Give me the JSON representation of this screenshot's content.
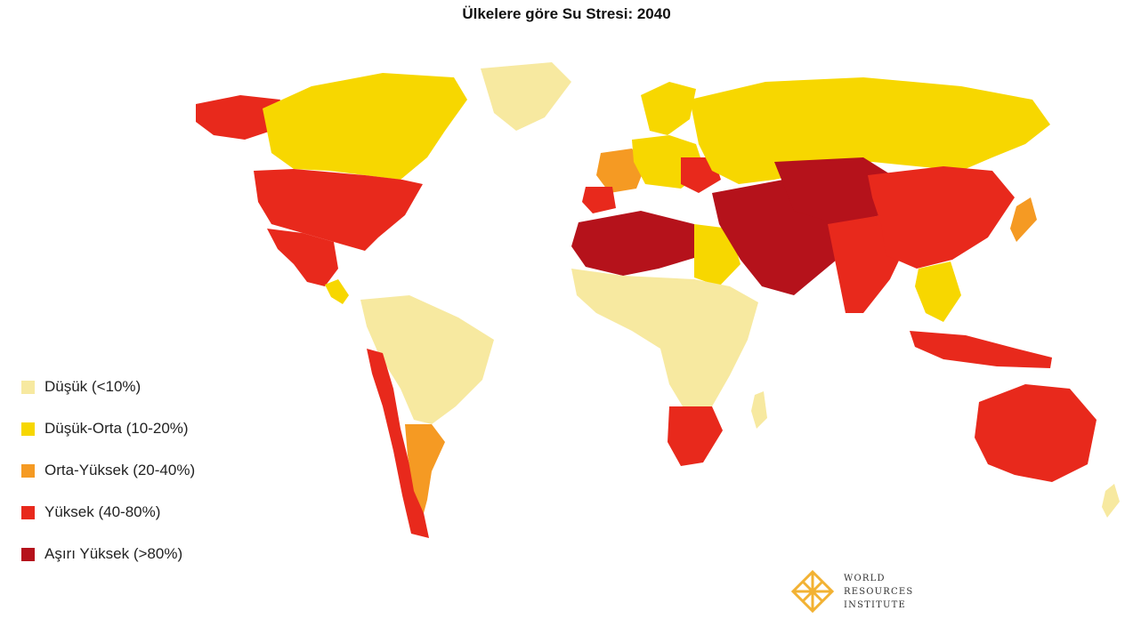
{
  "title": "Ülkelere göre Su Stresi: 2040",
  "legend": [
    {
      "label": "Düşük (<10%)",
      "color": "#f7e9a0"
    },
    {
      "label": "Düşük-Orta (10-20%)",
      "color": "#f7d700"
    },
    {
      "label": "Orta-Yüksek (20-40%)",
      "color": "#f59a23"
    },
    {
      "label": "Yüksek (40-80%)",
      "color": "#e8291c"
    },
    {
      "label": "Aşırı Yüksek (>80%)",
      "color": "#b5121b"
    }
  ],
  "logo": {
    "line1": "WORLD",
    "line2": "RESOURCES",
    "line3": "INSTITUTE",
    "color": "#f2b233"
  }
}
